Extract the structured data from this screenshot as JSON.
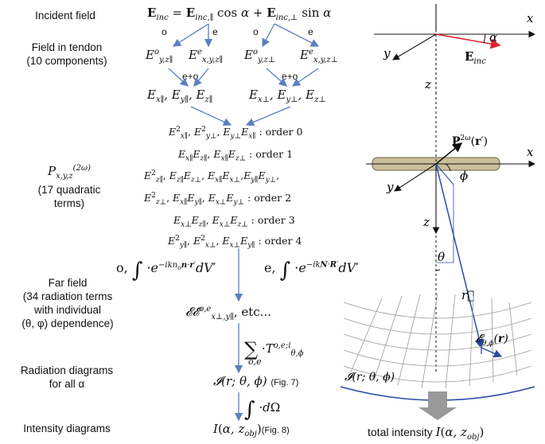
{
  "left_labels": {
    "incident": "Incident field",
    "tendon_1": "Field in tendon",
    "tendon_2": "(10 components)",
    "p_1": "(17 quadratic",
    "p_2": "terms)",
    "far_1": "Far field",
    "far_2": "(34 radiation terms",
    "far_3": "with individual",
    "far_4": "(θ, φ) dependence)",
    "rad_1": "Radiation diagrams",
    "rad_2": "for all α",
    "int": "Intensity diagrams"
  },
  "arrow_labels": {
    "o": "o",
    "e": "e",
    "eo": "e+o"
  },
  "orders": {
    "o0": "order 0",
    "o1": "order 1",
    "o2": "order 2",
    "o3": "order 3",
    "o4": "order 4"
  },
  "refs": {
    "fig7": "(Fig. 7)",
    "fig8": "(Fig. 8)"
  },
  "etc": "etc...",
  "total": "total intensity",
  "axes": {
    "x": "x",
    "y": "y",
    "z": "z",
    "alpha": "α",
    "phi": "ϕ",
    "theta": "θ"
  },
  "colors": {
    "arrow": "#5b7fc0",
    "red": "#e0202a",
    "tendon": "#c9c09a",
    "grid": "#9a9a9a",
    "dark_blue": "#2a4aa8"
  }
}
